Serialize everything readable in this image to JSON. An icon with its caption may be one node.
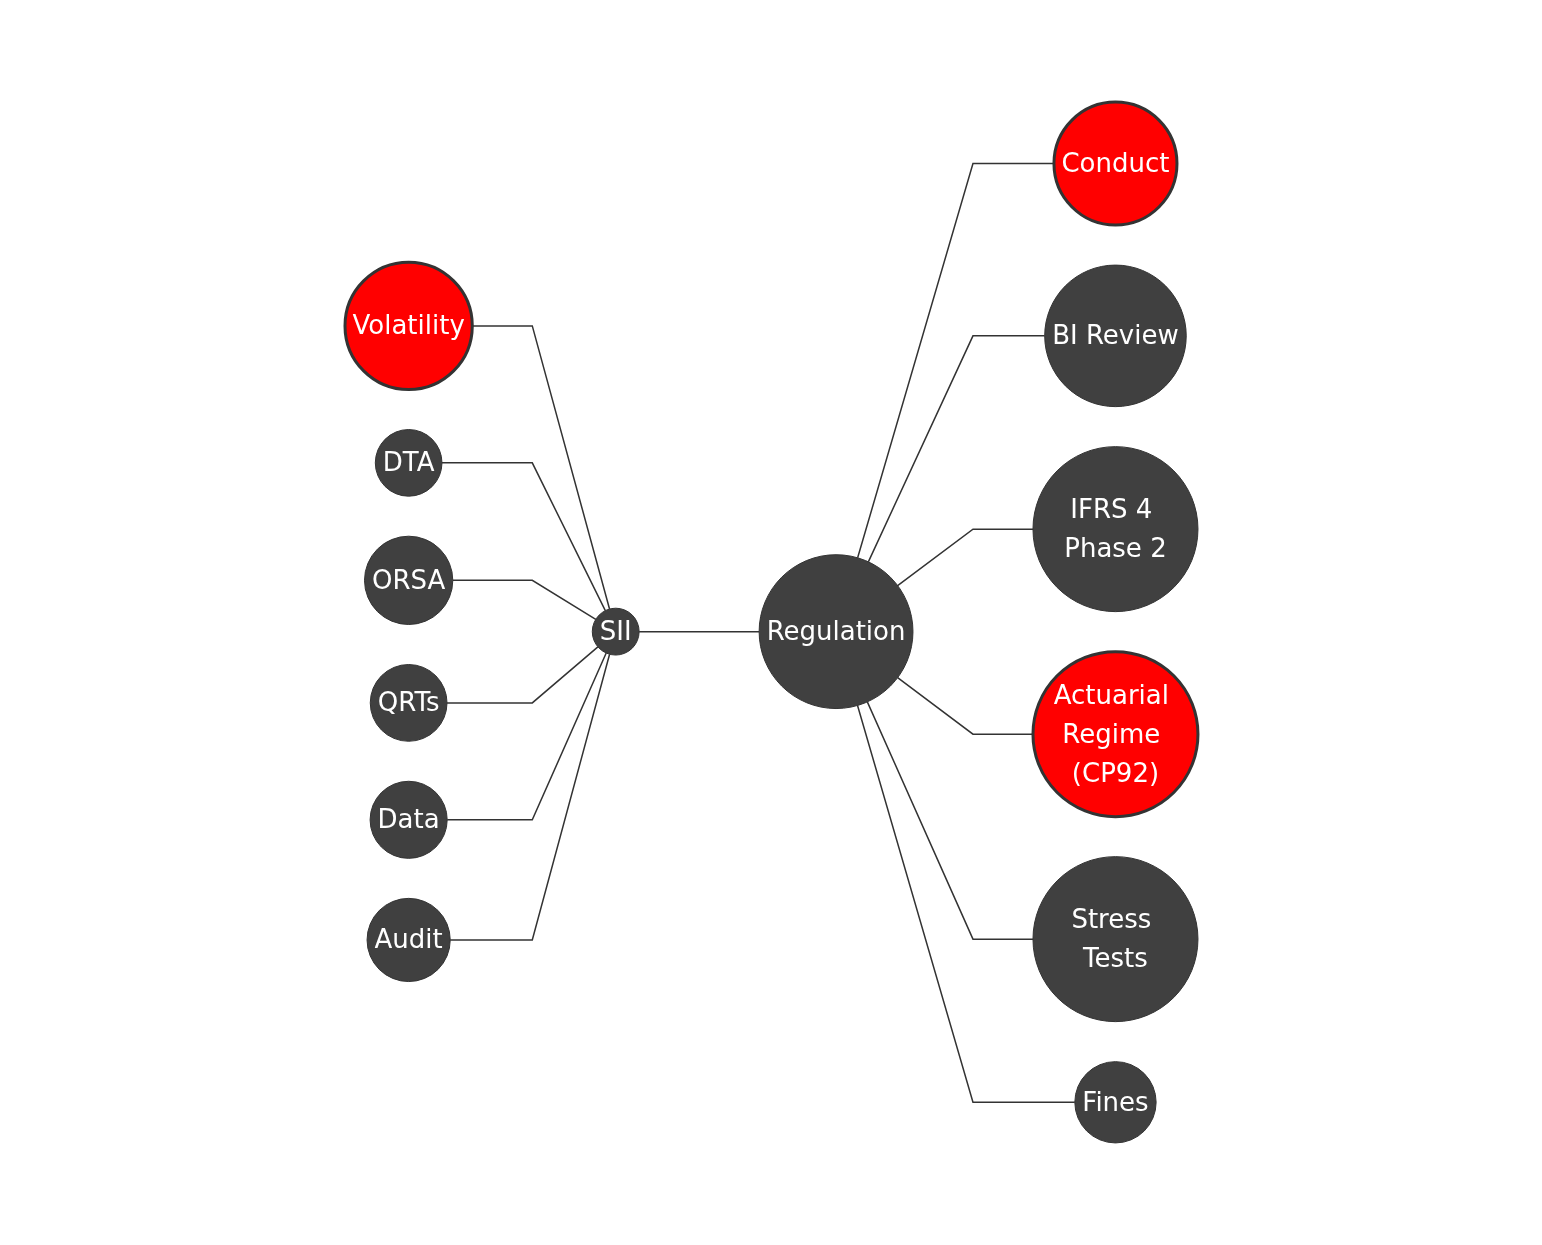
{
  "diagram": {
    "nodes": [
      {
        "text": [
          "Regulation"
        ]
      },
      {
        "text": [
          "SII"
        ]
      },
      {
        "text": [
          "Volatility"
        ]
      },
      {
        "text": [
          "DTA"
        ]
      },
      {
        "text": [
          "ORSA"
        ]
      },
      {
        "text": [
          "QRTs"
        ]
      },
      {
        "text": [
          "Data"
        ]
      },
      {
        "text": [
          "Audit"
        ]
      },
      {
        "text": [
          "Conduct"
        ]
      },
      {
        "text": [
          "BI Review"
        ]
      },
      {
        "text": [
          "IFRS 4 Phase 2"
        ]
      },
      {
        "text": [
          "Actuarial Regime (CP92)"
        ]
      },
      {
        "text": [
          "Stress Tests"
        ]
      },
      {
        "text": [
          "Fines"
        ]
      }
    ],
    "edges": [
      {
        "from": 2,
        "to": 1,
        "arrow": "none"
      },
      {
        "from": 3,
        "to": 1,
        "arrow": "none"
      },
      {
        "from": 4,
        "to": 1,
        "arrow": "none"
      },
      {
        "from": 5,
        "to": 1,
        "arrow": "none"
      },
      {
        "from": 6,
        "to": 1,
        "arrow": "none"
      },
      {
        "from": 7,
        "to": 1,
        "arrow": "none"
      },
      {
        "from": 1,
        "to": 0,
        "arrow": "none"
      },
      {
        "from": 0,
        "to": 8,
        "arrow": "none"
      },
      {
        "from": 0,
        "to": 9,
        "arrow": "none"
      },
      {
        "from": 0,
        "to": 10,
        "arrow": "none"
      },
      {
        "from": 0,
        "to": 11,
        "arrow": "none"
      },
      {
        "from": 0,
        "to": 12,
        "arrow": "none"
      },
      {
        "from": 0,
        "to": 13,
        "arrow": "none"
      }
    ]
  }
}
